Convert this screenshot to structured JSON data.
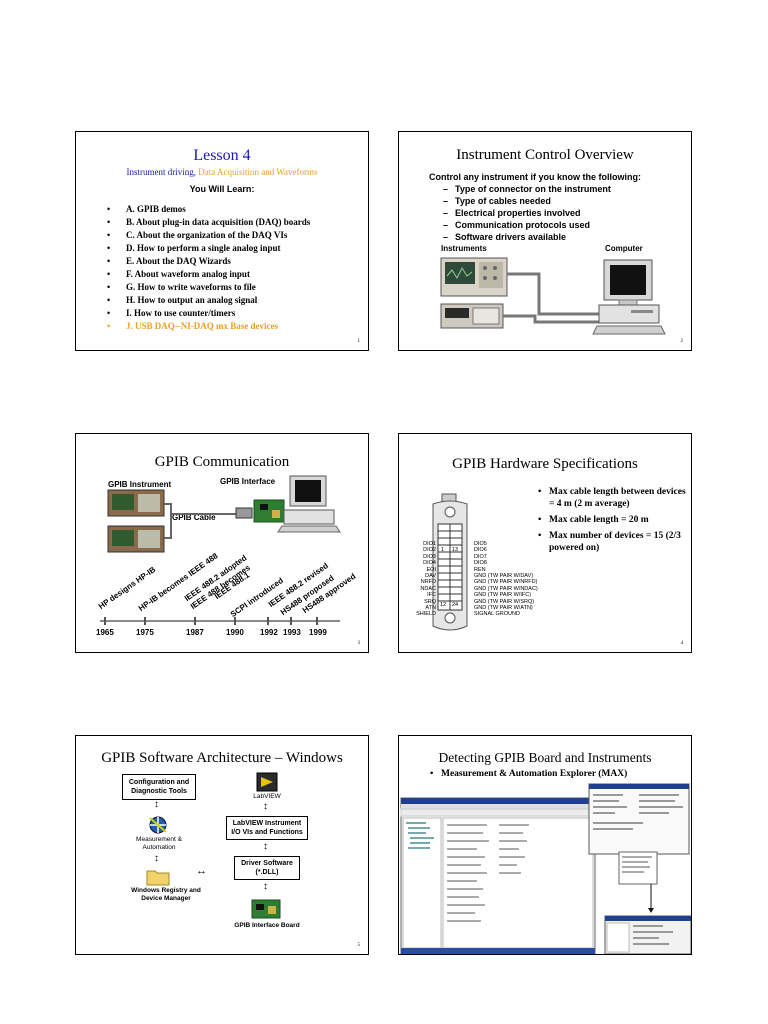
{
  "slides": [
    {
      "title": "Lesson 4",
      "subtitle_part1": "Instrument driving, ",
      "subtitle_part2": "Data Acquisition and Waveforms",
      "heading": "You Will Learn:",
      "items": [
        "A. GPIB demos",
        "B.  About plug-in data acquisition (DAQ) boards",
        "C.  About the organization of the DAQ VIs",
        "D.  How to perform a single analog input",
        "E.  About the DAQ Wizards",
        "F.  About waveform analog input",
        "G.  How to write waveforms to file",
        "H.  How to output an analog signal",
        " I.   How to use counter/timers",
        "J. USB DAQ--NI-DAQ mx Base devices"
      ],
      "page": "1"
    },
    {
      "title": "Instrument Control Overview",
      "intro": "Control any instrument if you know the following:",
      "items": [
        "Type of connector on the instrument",
        "Type of cables needed",
        "Electrical properties involved",
        "Communication protocols used",
        "Software drivers available"
      ],
      "label_instruments": "Instruments",
      "label_computer": "Computer",
      "page": "2"
    },
    {
      "title": "GPIB Communication",
      "label_instrument": "GPIB Instrument",
      "label_interface": "GPIB Interface",
      "label_cable": "GPIB Cable",
      "timeline_years": [
        "1965",
        "1975",
        "1987",
        "1990",
        "1992",
        "1993",
        "1999"
      ],
      "timeline_events": [
        "HP designs HP-IB",
        "HP-IB becomes IEEE 488",
        "IEEE 488.2 adopted",
        "IEEE 488 becomes",
        "IEEE 488.1",
        "SCPI introduced",
        "IEEE 488.2 revised",
        "HS488 proposed",
        "HS488 approved"
      ],
      "page": "3"
    },
    {
      "title": "GPIB Hardware Specifications",
      "pins_left": [
        "DIO1",
        "DIO2",
        "DIO3",
        "DIO4",
        "EOI",
        "DAV",
        "NRFD",
        "NDAC",
        "IFC",
        "SRQ",
        "ATN",
        "SHIELD"
      ],
      "pins_right": [
        "DIO5",
        "DIO6",
        "DIO7",
        "DIO8",
        "REN",
        "GND (TW PAIR W/DAV)",
        "GND (TW PAIR W/NRFD)",
        "GND (TW PAIR W/NDAC)",
        "GND (TW PAIR W/IFC)",
        "GND (TW PAIR W/SRQ)",
        "GND (TW PAIR W/ATN)",
        "SIGNAL GROUND"
      ],
      "pin_numbers": [
        "1",
        "13",
        "12",
        "24"
      ],
      "items": [
        "Max cable length between devices = 4 m (2 m average)",
        "Max cable length = 20 m",
        "Max number of devices = 15 (2/3 powered on)"
      ],
      "page": "4"
    },
    {
      "title": "GPIB Software Architecture – Windows",
      "box_config": "Configuration and Diagnostic Tools",
      "label_labview": "LabVIEW",
      "box_labview_vis": "LabVIEW Instrument I/O VIs and Functions",
      "label_max": "Measurement & Automation",
      "box_driver": "Driver Software (*.DLL)",
      "label_registry": "Windows Registry and Device Manager",
      "label_board": "GPIB Interface Board",
      "page": "5"
    },
    {
      "title": "Detecting GPIB Board and Instruments",
      "bullet": "Measurement & Automation Explorer (MAX)"
    }
  ],
  "colors": {
    "title_blue": "#1a1aa6",
    "accent_orange": "#e8a020",
    "board_green": "#2e7d32"
  }
}
